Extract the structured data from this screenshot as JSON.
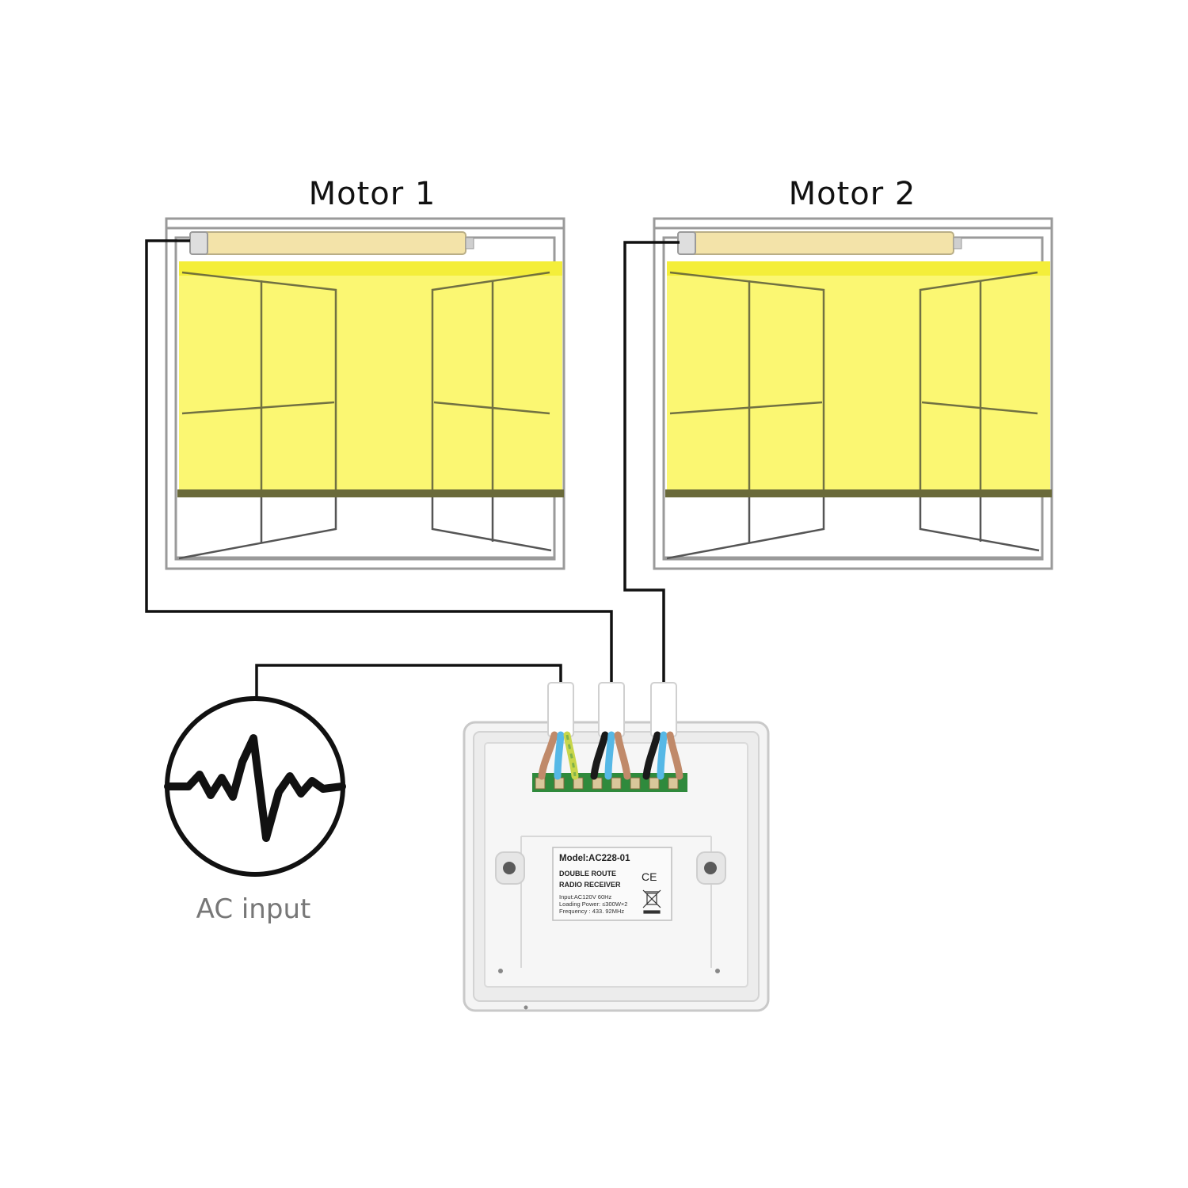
{
  "motors": [
    {
      "title": "Motor 1"
    },
    {
      "title": "Motor 2"
    }
  ],
  "ac_input": {
    "label": "AC input"
  },
  "receiver": {
    "model": "Model:AC228-01",
    "product_line1": "DOUBLE ROUTE",
    "product_line2": "RADIO RECEIVER",
    "spec_input": "Input:AC120V 60Hz",
    "spec_power": "Loading Power: ≤300W×2",
    "spec_frequency": "Frequency : 433. 92MHz",
    "ce_mark": "CE"
  },
  "colors": {
    "blind_fabric": "#fbf772",
    "motor_tube": "#f3e3a9",
    "wire": "#111111",
    "wire_brown": "#c08a6a",
    "wire_blue": "#56b8e6",
    "wire_earth_yellow": "#c8d64a",
    "terminal_green": "#2f8a3c",
    "frame": "#9a9a9a"
  },
  "icons": [
    "window-frame-icon",
    "tubular-motor-icon",
    "ac-wave-icon",
    "receiver-device-icon"
  ]
}
